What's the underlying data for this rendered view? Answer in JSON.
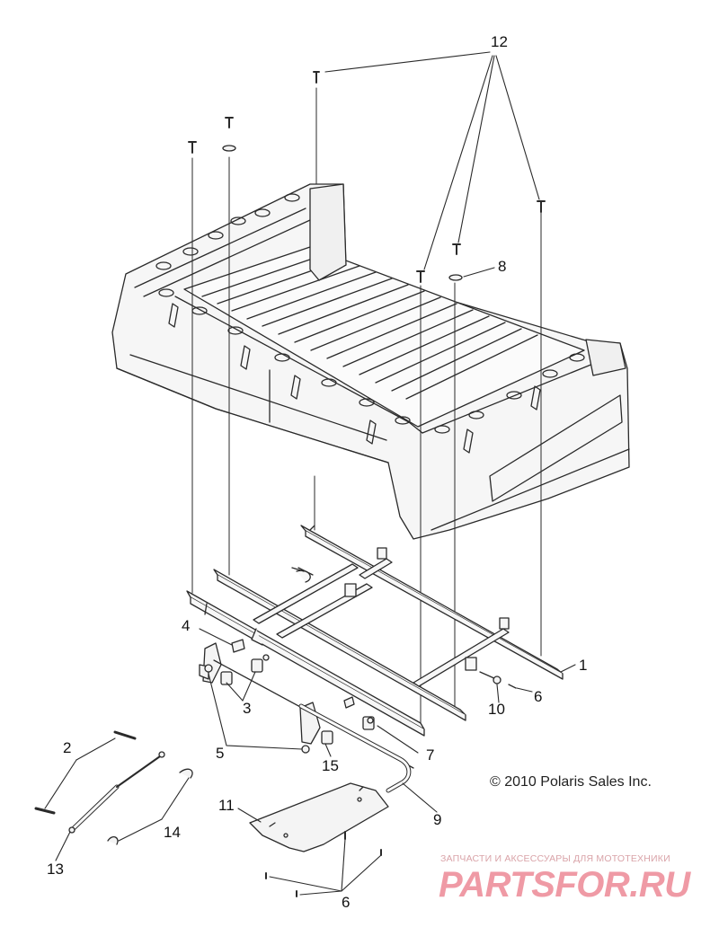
{
  "callouts": {
    "c1": "1",
    "c2": "2",
    "c3": "3",
    "c4": "4",
    "c5": "5",
    "c6a": "6",
    "c6b": "6",
    "c7": "7",
    "c8": "8",
    "c9": "9",
    "c10": "10",
    "c11": "11",
    "c12": "12",
    "c13": "13",
    "c14": "14",
    "c15": "15"
  },
  "copyright": "© 2010 Polaris Sales Inc.",
  "watermark": {
    "tagline": "ЗАПЧАСТИ И АКСЕССУАРЫ ДЛЯ МОТОТЕХНИКИ",
    "logo": "PARTSFOR.RU"
  },
  "colors": {
    "line": "#2a2a2a",
    "fill": "#f4f4f4",
    "watermark": "#ef9aa5"
  }
}
